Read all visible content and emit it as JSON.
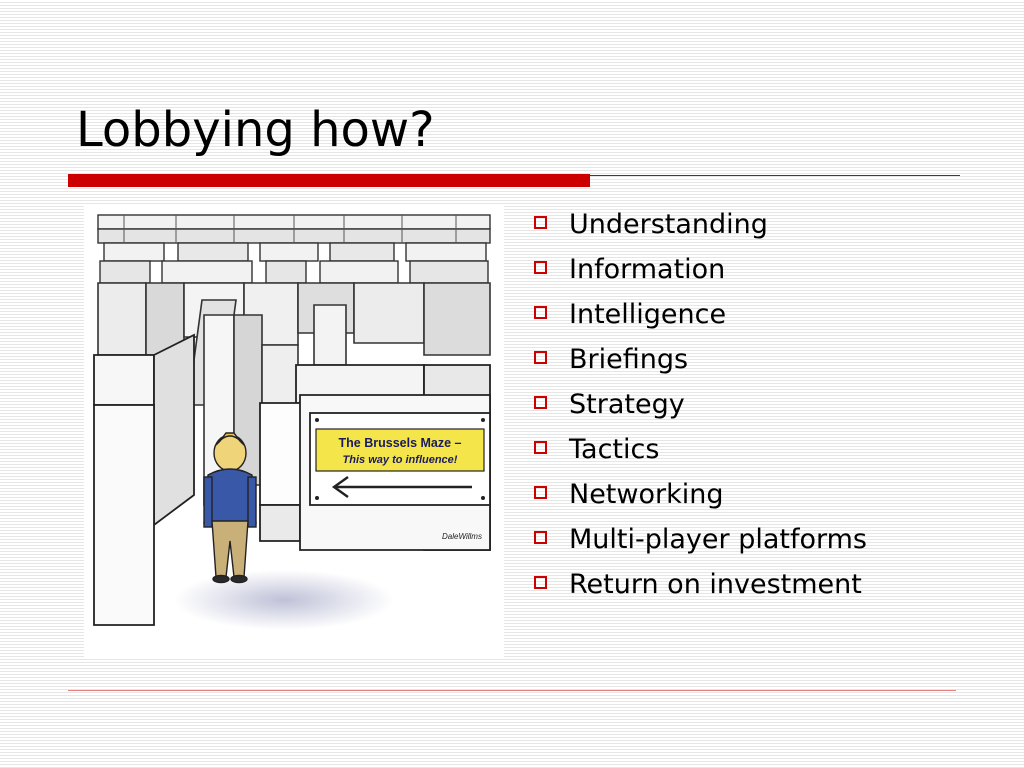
{
  "slide": {
    "title": "Lobbying how?",
    "accent_color": "#cc0000"
  },
  "cartoon": {
    "sign_title": "The Brussels Maze –",
    "sign_subtitle": "This way to influence!",
    "signature": "DaleWillms"
  },
  "bullets": [
    "Understanding",
    "Information",
    "Intelligence",
    "Briefings",
    "Strategy",
    "Tactics",
    "Networking",
    "Multi-player platforms",
    "Return on investment"
  ]
}
